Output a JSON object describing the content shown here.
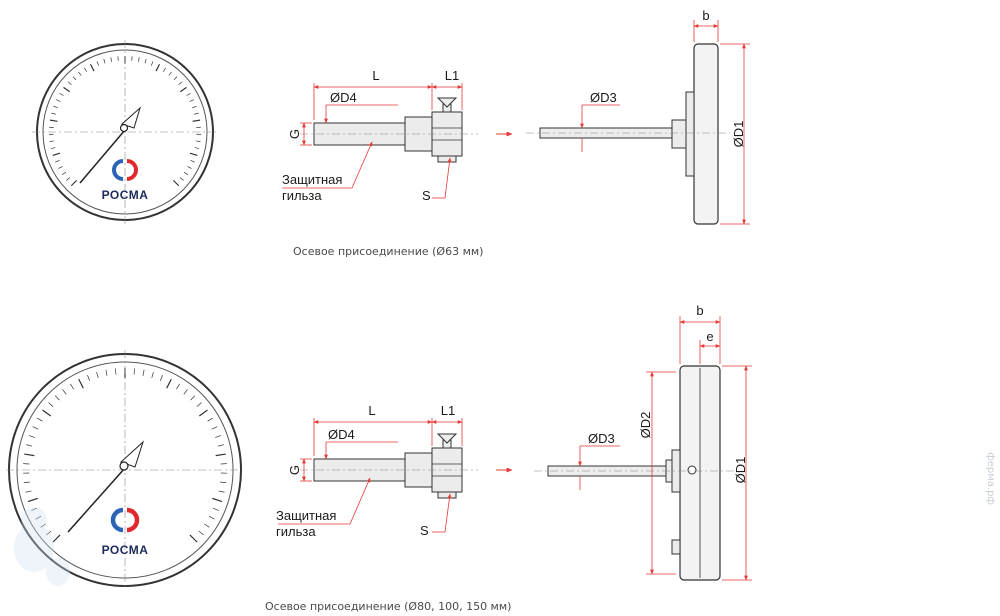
{
  "brand": {
    "name": "РОСМА",
    "colors": {
      "red": "#e0282d",
      "blue": "#2a63b8"
    }
  },
  "colors": {
    "dimension_line": "#e53935",
    "outline": "#333333",
    "body": "#ececec"
  },
  "top_drawing": {
    "caption": "Осевое присоединение (Ø63 мм)",
    "labels": {
      "L": "L",
      "L1": "L1",
      "D4": "ØD4",
      "G": "G",
      "sleeve_line1": "Защитная",
      "sleeve_line2": "гильза",
      "S": "S",
      "D3": "ØD3",
      "b": "b",
      "D1": "ØD1"
    }
  },
  "bottom_drawing": {
    "caption": "Осевое присоединение (Ø80, 100, 150 мм)",
    "labels": {
      "L": "L",
      "L1": "L1",
      "D4": "ØD4",
      "G": "G",
      "sleeve_line1": "Защитная",
      "sleeve_line2": "гильза",
      "S": "S",
      "D3": "ØD3",
      "b": "b",
      "e": "e",
      "D2": "ØD2",
      "D1": "ØD1"
    }
  },
  "watermark": "ферма.рф"
}
